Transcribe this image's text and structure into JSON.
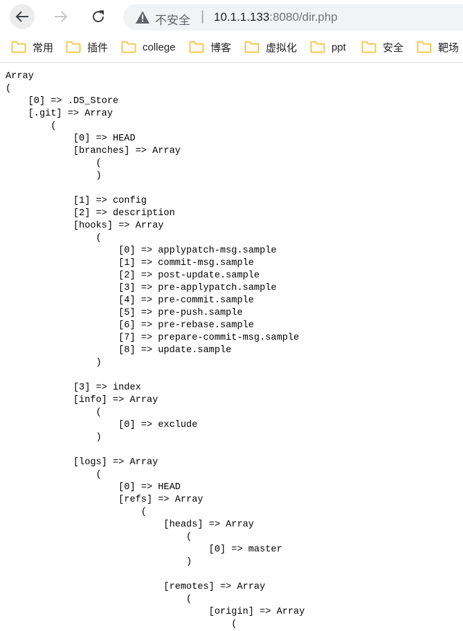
{
  "browser": {
    "security_label": "不安全",
    "separator": "|",
    "url_host": "10.1.1.133",
    "url_rest": ":8080/dir.php"
  },
  "bookmarks": [
    {
      "label": "常用"
    },
    {
      "label": "插件"
    },
    {
      "label": "college"
    },
    {
      "label": "博客"
    },
    {
      "label": "虚拟化"
    },
    {
      "label": "ppt"
    },
    {
      "label": "安全"
    },
    {
      "label": "靶场"
    }
  ],
  "colors": {
    "folder": "#f5c84c",
    "warning": "#5f6368"
  },
  "page": {
    "lines": [
      "Array",
      "(",
      "    [0] => .DS_Store",
      "    [.git] => Array",
      "        (",
      "            [0] => HEAD",
      "            [branches] => Array",
      "                (",
      "                )",
      "",
      "            [1] => config",
      "            [2] => description",
      "            [hooks] => Array",
      "                (",
      "                    [0] => applypatch-msg.sample",
      "                    [1] => commit-msg.sample",
      "                    [2] => post-update.sample",
      "                    [3] => pre-applypatch.sample",
      "                    [4] => pre-commit.sample",
      "                    [5] => pre-push.sample",
      "                    [6] => pre-rebase.sample",
      "                    [7] => prepare-commit-msg.sample",
      "                    [8] => update.sample",
      "                )",
      "",
      "            [3] => index",
      "            [info] => Array",
      "                (",
      "                    [0] => exclude",
      "                )",
      "",
      "            [logs] => Array",
      "                (",
      "                    [0] => HEAD",
      "                    [refs] => Array",
      "                        (",
      "                            [heads] => Array",
      "                                (",
      "                                    [0] => master",
      "                                )",
      "",
      "                            [remotes] => Array",
      "                                (",
      "                                    [origin] => Array",
      "                                        ("
    ]
  }
}
